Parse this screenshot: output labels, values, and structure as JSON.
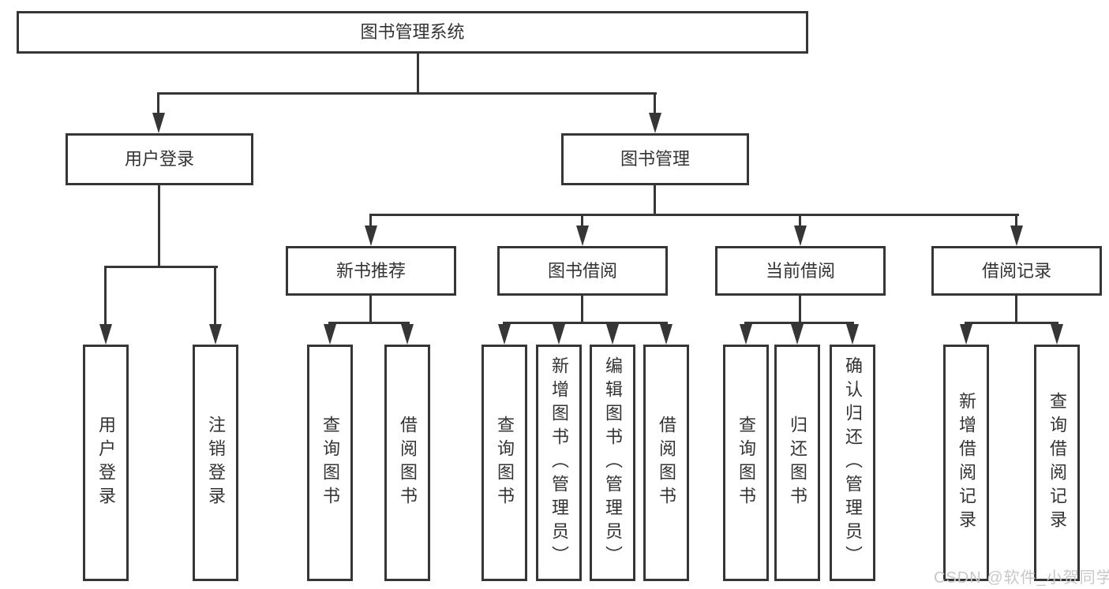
{
  "diagram_type": "hierarchy-tree",
  "colors": {
    "background": "#ffffff",
    "line": "#363636",
    "box_border": "#363636",
    "text": "#333333",
    "watermark": "#c8c8c8"
  },
  "nodes": {
    "root": {
      "label": "图书管理系统"
    },
    "user_login": {
      "label": "用户登录"
    },
    "book_mgmt": {
      "label": "图书管理"
    },
    "new_books": {
      "label": "新书推荐"
    },
    "book_borrow": {
      "label": "图书借阅"
    },
    "current_borrow": {
      "label": "当前借阅"
    },
    "borrow_records": {
      "label": "借阅记录"
    }
  },
  "leaves": {
    "login": "用户登录",
    "logout": "注销登录",
    "nb_query": "查询图书",
    "nb_borrow": "借阅图书",
    "bb_query": "查询图书",
    "bb_add": "新增图书（管理员）",
    "bb_edit": "编辑图书（管理员）",
    "bb_borrow": "借阅图书",
    "cb_query": "查询图书",
    "cb_return": "归还图书",
    "cb_confirm": "确认归还（管理员）",
    "br_add": "新增借阅记录",
    "br_query": "查询借阅记录"
  },
  "watermark": {
    "text": "CSDN @软件_小贺同学"
  }
}
